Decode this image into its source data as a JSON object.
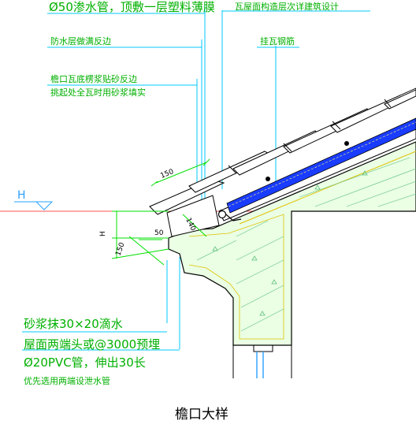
{
  "title": "檐口大样",
  "level_marker": "H",
  "annotations": {
    "top_left_1": "Ø50渗水管，顶敷一层塑料薄膜",
    "top_left_2": "防水层做满反边",
    "top_left_3": "檐口瓦底楞浆贴砂反边",
    "top_left_4": "挑起处全瓦时用砂浆填实",
    "top_right_1": "瓦屋面构造层次详建筑设计",
    "top_right_2": "挂瓦钢筋",
    "bottom_1": "砂浆抹30×20滴水",
    "bottom_2": "屋面两端头或@3000预埋",
    "bottom_3": "Ø20PVC管，伸出30长",
    "bottom_4": "优先选用两端设泄水管"
  },
  "dimensions": {
    "d150_top": "150",
    "d140": "140",
    "d50": "50",
    "d150_left": "150",
    "dH": "H"
  },
  "colors": {
    "leader": "#00c8ff",
    "note_text": "#00b000",
    "dimension_line": "#00e000",
    "level_line": "#ff4040",
    "concrete_fill": "#eaffe4",
    "outline": "#000000",
    "insulation_fill": "#1a3cff"
  }
}
